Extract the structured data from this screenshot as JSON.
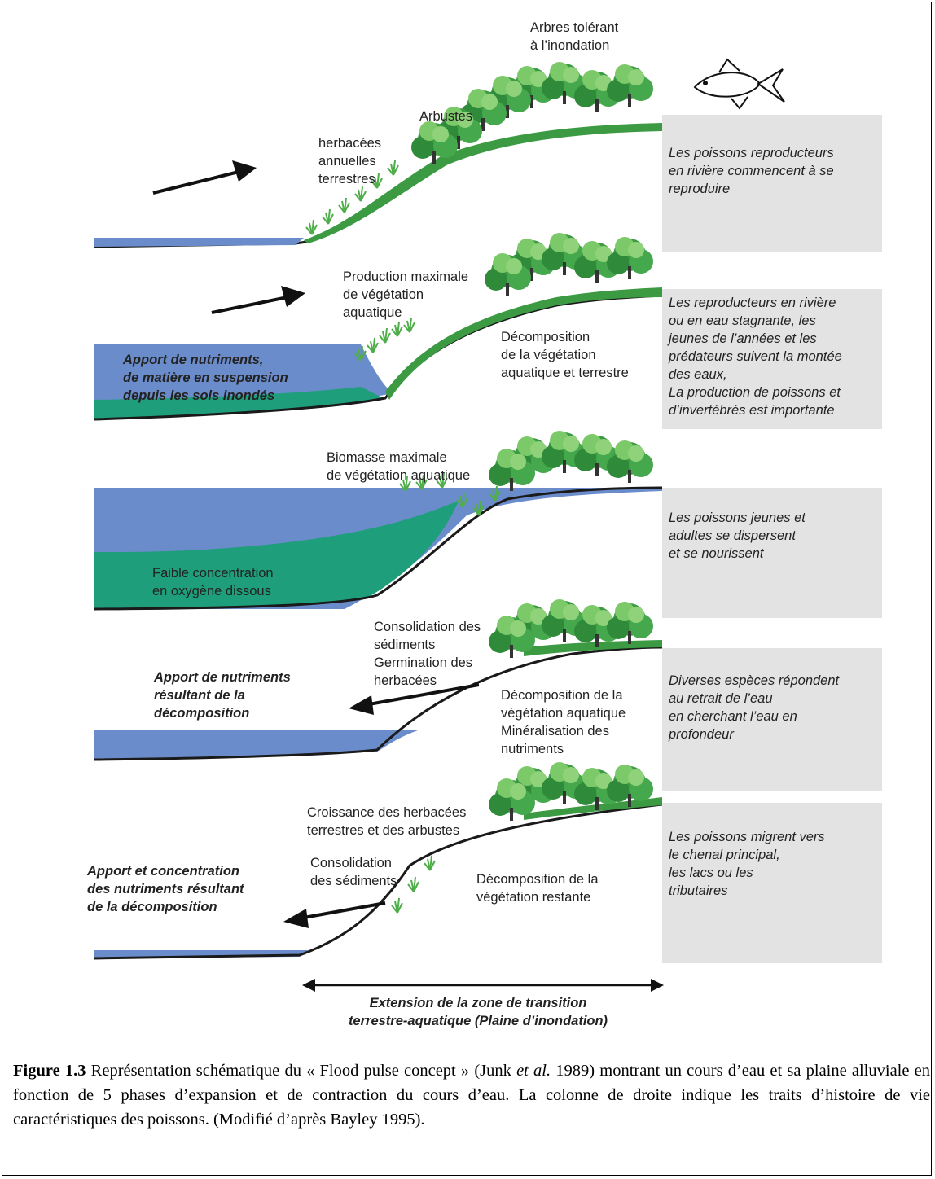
{
  "colors": {
    "water": "#6b8ccb",
    "sediment": "#1e9e7a",
    "tree_light": "#7cc96a",
    "tree_mid": "#3c9a43",
    "tree_dark": "#1f6b2a",
    "bank_green": "#2e8b3a",
    "info_box": "#e3e3e3",
    "ground": "#1a1a1a"
  },
  "phases": [
    {
      "labels": [
        "Arbres tolérant",
        "à l’inondation",
        "Arbustes",
        "herbacées",
        "annuelles",
        "terrestres"
      ],
      "info": [
        "Les poissons reproducteurs",
        "en rivière commencent à se",
        "reproduire"
      ]
    },
    {
      "labels": [
        "Production maximale",
        "de végétation",
        "aquatique",
        "Décomposition",
        "de la végétation",
        "aquatique et terrestre"
      ],
      "water_labels": [
        "Apport de nutriments,",
        "de matière en suspension",
        "depuis les sols inondés"
      ],
      "info": [
        "Les reproducteurs en rivière",
        "ou en eau stagnante, les",
        "jeunes de l’années et les",
        "prédateurs suivent la montée",
        "des eaux,",
        "La production de poissons et",
        "d’invertébrés est importante"
      ]
    },
    {
      "labels": [
        "Biomasse maximale",
        "de végétation aquatique"
      ],
      "water_labels": [
        "Faible concentration",
        "en oxygène dissous"
      ],
      "info": [
        "Les poissons jeunes et",
        "adultes se dispersent",
        "et se nourissent"
      ]
    },
    {
      "labels": [
        "Consolidation des",
        "sédiments",
        "Germination des",
        "herbacées",
        "Décomposition de la",
        "végétation aquatique",
        "Minéralisation des",
        "nutriments"
      ],
      "water_labels": [
        "Apport de nutriments",
        "résultant de la",
        "décomposition"
      ],
      "info": [
        "Diverses espèces répondent",
        "au retrait de l’eau",
        "en cherchant l’eau en",
        "profondeur"
      ]
    },
    {
      "labels": [
        "Croissance des herbacées",
        "terrestres et des arbustes",
        "Consolidation",
        "des sédiments",
        "Décomposition de la",
        "végétation restante"
      ],
      "water_labels": [
        "Apport et concentration",
        "des nutriments résultant",
        "de la décomposition"
      ],
      "info": [
        "Les poissons migrent vers",
        "le chenal principal,",
        "les lacs ou les",
        "tributaires"
      ]
    }
  ],
  "extension": [
    "Extension de la zone de transition",
    "terrestre-aquatique (Plaine d’inondation)"
  ],
  "caption": {
    "figure_label": "Figure 1.3",
    "part1": " Représentation schématique du « Flood pulse concept » (Junk ",
    "et_al": "et al.",
    "part2": " 1989) montrant un cours d’eau et sa plaine alluviale en fonction de 5 phases d’expansion et de contraction du cours d’eau. La colonne de droite indique les traits d’histoire de vie caractéristiques des poissons. (Modifié d’après Bayley 1995)."
  },
  "icons": [
    "fish-icon",
    "arrow-right-icon",
    "arrow-left-icon",
    "double-arrow-icon"
  ]
}
